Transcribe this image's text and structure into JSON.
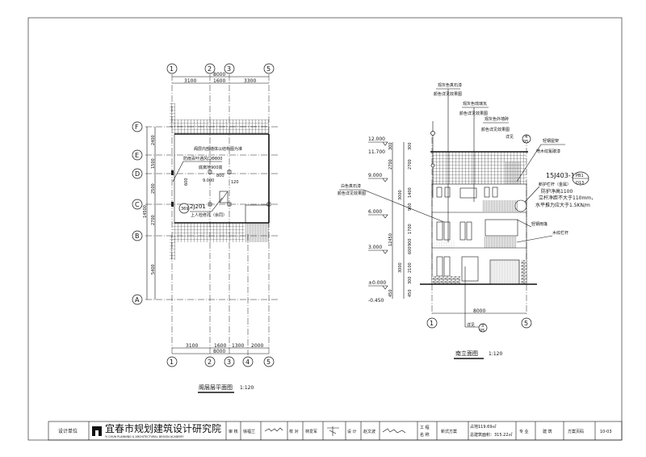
{
  "plan": {
    "title": "阁层层平面图",
    "scale": "1:120",
    "axes_top": [
      "1",
      "2",
      "3",
      "5"
    ],
    "axes_bottom": [
      "1",
      "2",
      "3",
      "4",
      "5"
    ],
    "axes_side": [
      "F",
      "E",
      "D",
      "C",
      "B",
      "A"
    ],
    "top_total": "8000",
    "top_dims": [
      "3100",
      "1600",
      "3300"
    ],
    "bottom_total": "8000",
    "bottom_dims": [
      "3100",
      "1600",
      "1300",
      "2000"
    ],
    "side_total": "14500",
    "side_dims": [
      "2400",
      "1500",
      "2500",
      "2700",
      "5400"
    ],
    "notes": {
      "wall_note": "阁层内部墙体以结构图为准",
      "vent": "防雨百叶通风口Φ800",
      "vent_height": "底离地900高",
      "level": "9.000",
      "d800": "800",
      "d120": "120",
      "d600": "600",
      "hatch_ref": "2J201",
      "ladder_ref": "369",
      "ladder": "上人检修孔（余同）"
    }
  },
  "elevation": {
    "title": "南立面图",
    "scale": "1:120",
    "axes": [
      "1",
      "5"
    ],
    "total_width": "8000",
    "levels": [
      "12.000",
      "11.700",
      "9.000",
      "6.000",
      "3.000",
      "±0.000",
      "-0.450"
    ],
    "dims_outer": [
      "300",
      "2700",
      "3000",
      "3000",
      "450"
    ],
    "total_height": "12450",
    "dims_inner": [
      "300",
      "2700",
      "1400",
      "900",
      "1700",
      "900",
      "600",
      "2100",
      "300",
      "450"
    ],
    "notes": {
      "n1a": "观灰色真石漆",
      "n1b": "颜色详见效果图",
      "n2a": "观灰色琉璃瓦",
      "n2b": "颜色详见效果图",
      "n3a": "观灰色外墙砖",
      "n3b": "颜色详见效果图",
      "detail": "详见",
      "detail_top_num": "4",
      "detail_top_sheet": "05",
      "steel_frame": "轻钢屋架",
      "wood_grille": "喷木纹氟碳漆",
      "atlas": "15J403-1",
      "atlas_num": "PB1",
      "atlas_page": "D13",
      "rail1": "断护栏杆（金属）",
      "rail2": "防护净高1100",
      "rail3": "立杆净距不大于110mm，",
      "rail4": "水平推力应大于1.5KN/m",
      "white_a": "白色真石漆",
      "white_b": "颜色详见效果图",
      "canopy": "轻钢雨篷",
      "wood_rail": "木纹栏杆",
      "detail_bottom_num": "3",
      "detail_bottom_sheet": "05"
    }
  },
  "title_block": {
    "design_unit_label": "设计单位",
    "institute_cn": "宜春市规划建筑设计研究院",
    "institute_en": "YI CHUN PLANNING & ARCHITECTURAL DESIGN ACADEMY",
    "review_label": "审 核",
    "review_name": "徐福兰",
    "check_label": "校 对",
    "check_name": "林爱军",
    "design_label": "设 计",
    "design_name": "赵文波",
    "project_label_1": "工 程",
    "project_label_2": "名 称",
    "project_name": "新式方案",
    "area_1": "占地119.69㎡",
    "area_2": "总建筑面积：315.22㎡",
    "discipline_label": "专 业",
    "discipline": "建 筑",
    "page_label": "方案页码",
    "page_no": "10-03"
  }
}
